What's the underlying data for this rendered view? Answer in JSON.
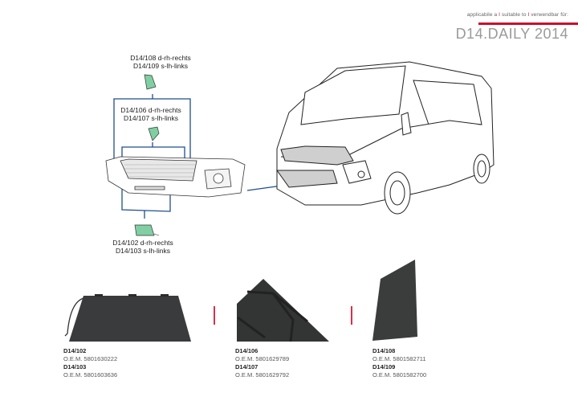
{
  "header": {
    "applicable_parts": [
      "applicabile a",
      "suitable to",
      "verwendbar für:"
    ],
    "separator": "I",
    "model": "D14.DAILY 2014",
    "accent_color": "#c8102e"
  },
  "diagram": {
    "callouts": [
      {
        "line1": "D14/108 d-rh-rechts",
        "line2": "D14/109 s-lh-links"
      },
      {
        "line1": "D14/106 d-rh-rechts",
        "line2": "D14/107 s-lh-links"
      },
      {
        "line1": "D14/102 d-rh-rechts",
        "line2": "D14/103 s-lh-links"
      }
    ],
    "leader_color": "#1f4e8c",
    "part_highlight_color": "#7fcfa3"
  },
  "products": [
    {
      "code1": "D14/102",
      "oem1": "O.E.M. 5801630222",
      "code2": "D14/103",
      "oem2": "O.E.M. 5801603636"
    },
    {
      "code1": "D14/106",
      "oem1": "O.E.M. 5801629789",
      "code2": "D14/107",
      "oem2": "O.E.M. 5801629792"
    },
    {
      "code1": "D14/108",
      "oem1": "O.E.M. 5801582711",
      "code2": "D14/109",
      "oem2": "O.E.M. 5801582700"
    }
  ]
}
